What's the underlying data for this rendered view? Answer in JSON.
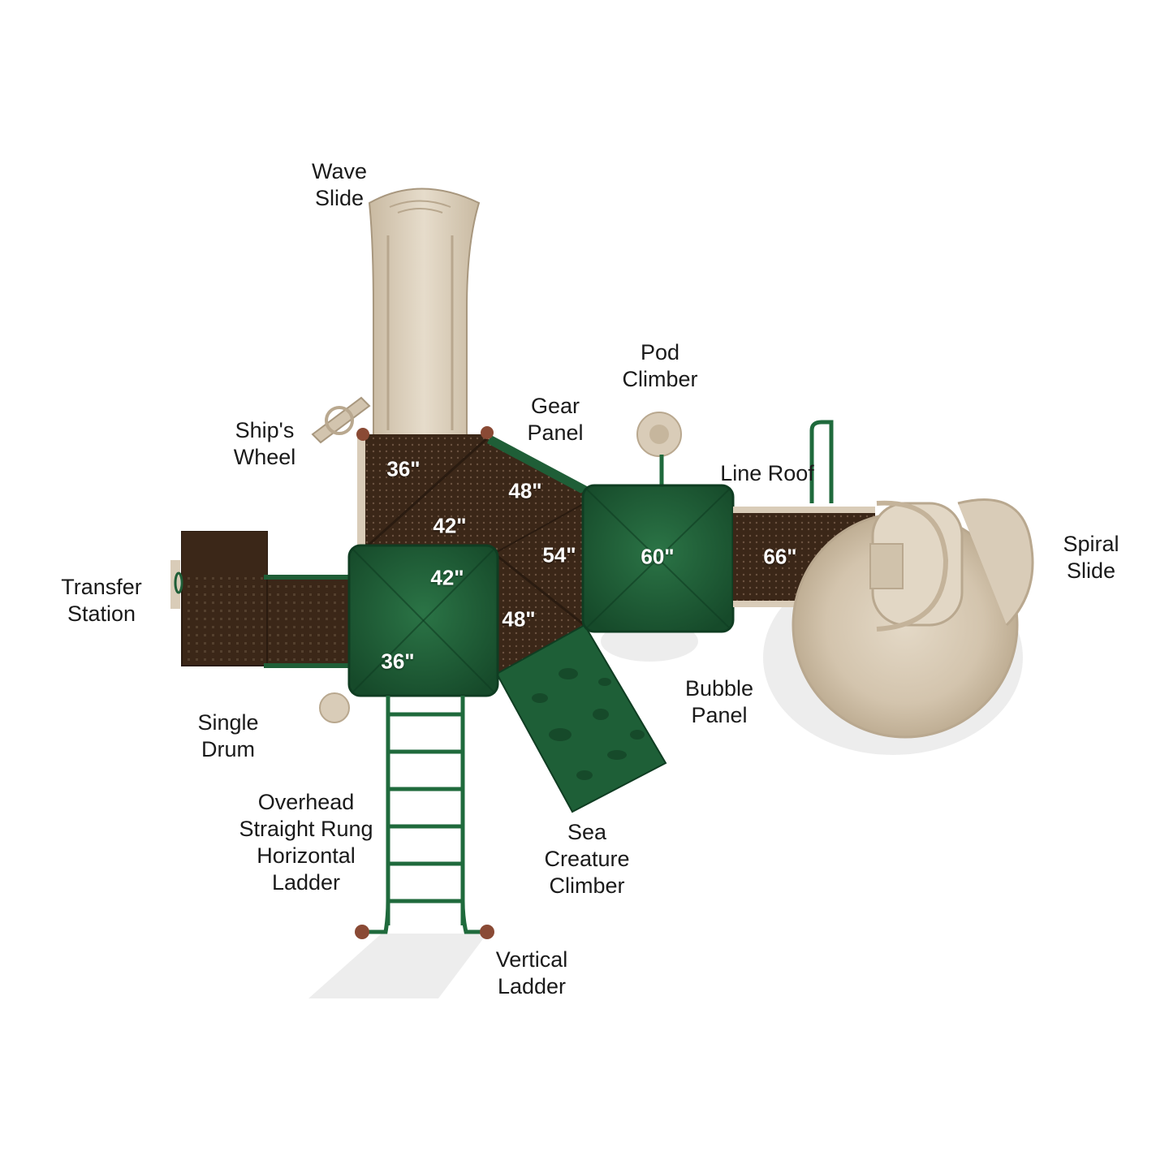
{
  "labels": {
    "wave_slide": "Wave\nSlide",
    "pod_climber": "Pod\nClimber",
    "gear_panel": "Gear\nPanel",
    "ships_wheel": "Ship's\nWheel",
    "line_roof": "Line Roof",
    "spiral_slide": "Spiral\nSlide",
    "transfer_station": "Transfer\nStation",
    "bubble_panel": "Bubble\nPanel",
    "single_drum": "Single\nDrum",
    "overhead_ladder": "Overhead\nStraight Rung\nHorizontal\nLadder",
    "sea_creature_climber": "Sea\nCreature\nClimber",
    "vertical_ladder": "Vertical\nLadder"
  },
  "heights": {
    "deck_top_left": "36\"",
    "deck_top_mid": "42\"",
    "deck_gear": "48\"",
    "deck_center": "54\"",
    "roof_left_top": "42\"",
    "roof_left_bottom": "36\"",
    "deck_lower": "48\"",
    "roof_center": "60\"",
    "bridge_right": "66\""
  },
  "colors": {
    "green": "#1f5e37",
    "green_dark": "#0f3d22",
    "brown_deck": "#3b2718",
    "sand": "#d9ccb8",
    "sand_dark": "#b9a88f"
  }
}
